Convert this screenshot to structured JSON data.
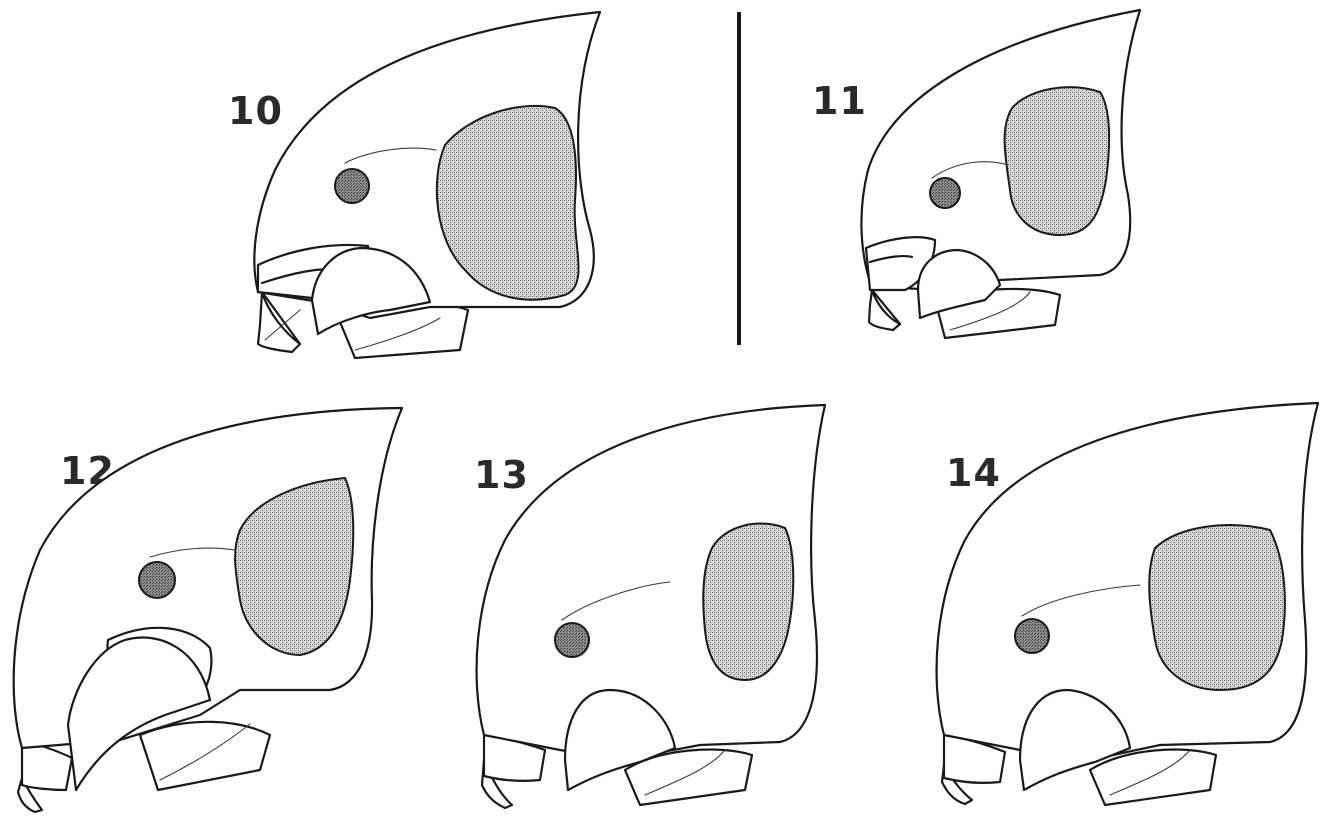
{
  "figure": {
    "figure_labels": [
      "10",
      "11",
      "12",
      "13",
      "14"
    ],
    "panels": [
      {
        "label": "10",
        "row": "top"
      },
      {
        "label": "11",
        "row": "top"
      },
      {
        "label": "12",
        "row": "bottom"
      },
      {
        "label": "13",
        "row": "bottom"
      },
      {
        "label": "14",
        "row": "bottom"
      }
    ],
    "colors": {
      "line": "#1a1a1a",
      "stipple": "#a8a8a8",
      "background": "#ffffff"
    }
  }
}
